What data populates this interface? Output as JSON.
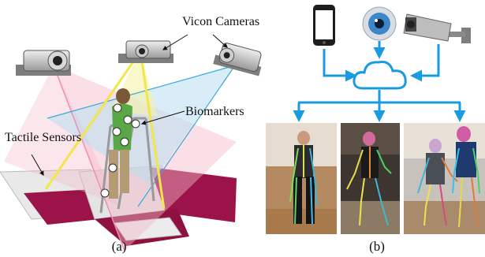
{
  "panel_a": {
    "labels": {
      "cameras": "Vicon Cameras",
      "biomarkers": "Biomarkers",
      "tactile": "Tactile Sensors",
      "caption": "(a)"
    }
  },
  "panel_b": {
    "caption": "(b)",
    "sources": [
      "smartphone",
      "webcam",
      "security camera"
    ],
    "hub": "cloud",
    "outputs": [
      "pose estimation photo 1",
      "pose estimation photo 2",
      "pose estimation photo 3"
    ]
  },
  "colors": {
    "flow_arrow": "#1a9be0",
    "floor_mat": "#9b1348",
    "yellow_beam": "#f2e64a",
    "pink_cone": "#f4b8c8",
    "blue_cone": "#b8dff0"
  }
}
